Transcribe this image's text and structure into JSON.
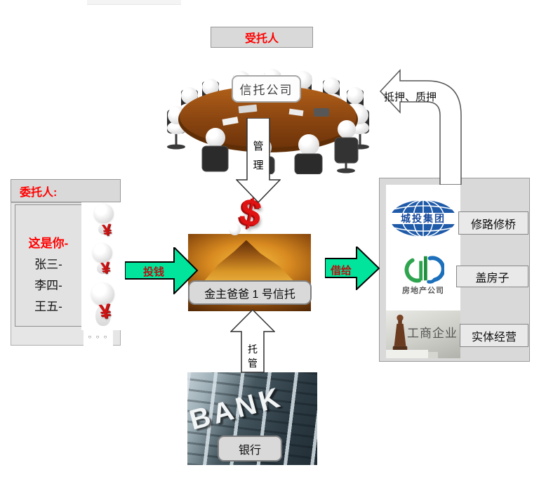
{
  "diagram": {
    "trustee": {
      "title": "受托人",
      "company": "信托公司"
    },
    "pledge_label": "抵押、质押",
    "manage_label": "管理",
    "principal": {
      "title": "委托人:",
      "you": "这是你-",
      "names": [
        "张三-",
        "李四-",
        "王五-"
      ],
      "more": "○ ○ ○",
      "money_symbol": "¥"
    },
    "invest_label": "投钱",
    "trust": {
      "money_symbol": "$",
      "product": "金主爸爸 1 号信托"
    },
    "lend_label": "借给",
    "custody_label": "托管",
    "bank": {
      "sign": "BANK",
      "label": "银行"
    },
    "borrowers": {
      "city_group": "城投集团",
      "real_estate": "房地产公司",
      "enterprise": "工商企业",
      "uses": [
        "修路修桥",
        "盖房子",
        "实体经营"
      ]
    }
  },
  "colors": {
    "arrow_green": "#00E59B",
    "label_red": "#FF0000",
    "arrow_text_red": "#B41111",
    "box_gray": "#D9D9D9",
    "border_gray": "#8C8C8C"
  }
}
